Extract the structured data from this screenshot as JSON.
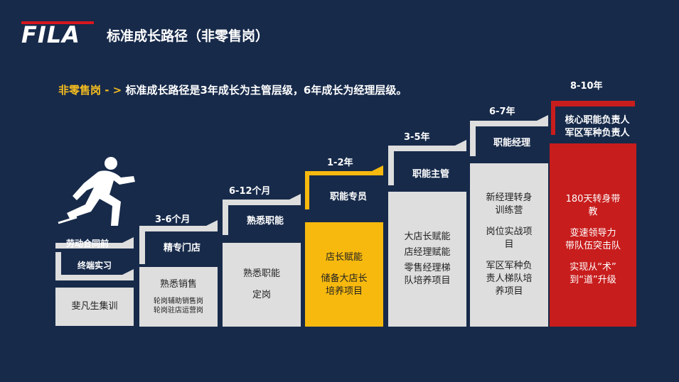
{
  "header": {
    "logo_text": "FILA",
    "title": "标准成长路径（非零售岗）"
  },
  "subtitle": {
    "highlight": "非零售岗 - >",
    "text": "标准成长路径是3年成长为主管层级，6年成长为经理层级。"
  },
  "steps": [
    {
      "years": "",
      "label": "劳动合同前",
      "sub_label": "终端实习",
      "box_lines": [
        "斐凡生集训"
      ],
      "box_small": []
    },
    {
      "years": "3-6个月",
      "label": "精专门店",
      "box_lines": [
        "熟悉销售"
      ],
      "box_small": [
        "轮岗辅助销售岗",
        "轮岗驻店运营岗"
      ]
    },
    {
      "years": "6-12个月",
      "label": "熟悉职能",
      "box_lines": [
        "熟悉职能",
        "定岗"
      ],
      "box_small": []
    },
    {
      "years": "1-2年",
      "label": "职能专员",
      "box_lines": [
        "店长赋能",
        "储备大店长",
        "培养项目"
      ],
      "box_small": []
    },
    {
      "years": "3-5年",
      "label": "职能主管",
      "box_lines": [
        "大店长赋能",
        "店经理赋能",
        "零售经理梯",
        "队培养项目"
      ],
      "box_small": []
    },
    {
      "years": "6-7年",
      "label": "职能经理",
      "box_lines": [
        "新经理转身",
        "训练营",
        "岗位实战项",
        "目",
        "军区军种负",
        "责人梯队培",
        "养项目"
      ],
      "box_small": []
    },
    {
      "years": "8-10年",
      "label": "核心职能负责人",
      "label2": "军区军种负责人",
      "box_lines": [
        "180天转身带",
        "教",
        "变速领导力",
        "带队伍突击队",
        "实现从“术”",
        "到“道”升级"
      ],
      "box_small": []
    }
  ],
  "colors": {
    "background": "#172a4a",
    "accent_yellow": "#f7b90e",
    "accent_red": "#c81d1d",
    "box_gray": "#dedede"
  },
  "icons": {
    "runner": "runner-icon"
  }
}
